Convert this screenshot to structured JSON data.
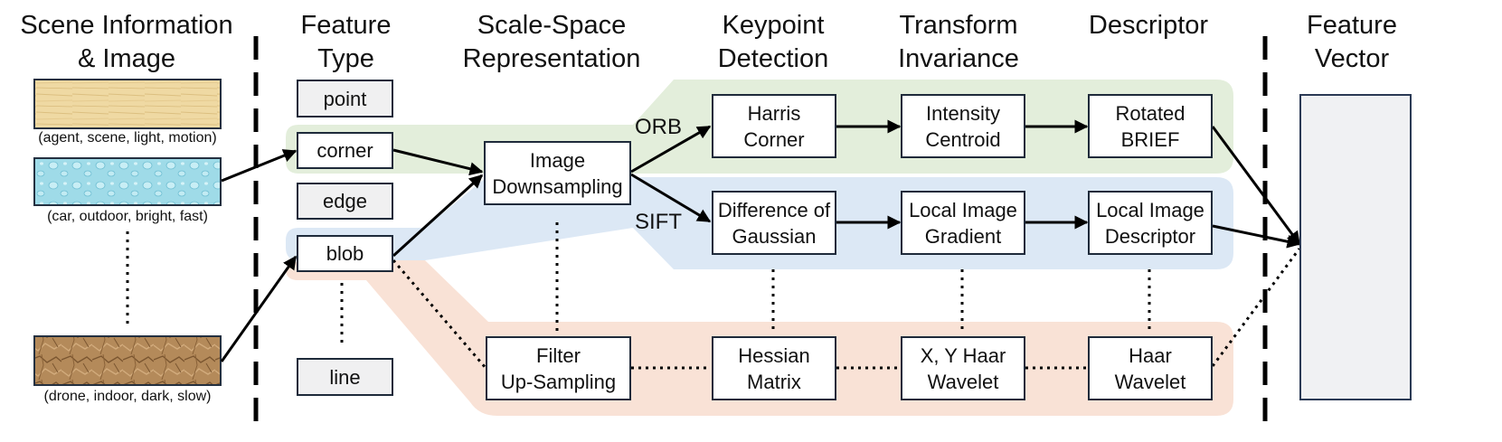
{
  "headers": {
    "scene": "Scene Information\n& Image",
    "feature_type": "Feature\nType",
    "scale_space": "Scale-Space\nRepresentation",
    "keypoint": "Keypoint\nDetection",
    "transform": "Transform\nInvariance",
    "descriptor": "Descriptor",
    "feature_vector": "Feature\nVector"
  },
  "scenes": [
    {
      "caption": "(agent, scene, light, motion)",
      "texture": "parchment"
    },
    {
      "caption": "(car, outdoor, bright, fast)",
      "texture": "water-drops"
    },
    {
      "caption": "(drone, indoor, dark, slow)",
      "texture": "crumpled-paper"
    }
  ],
  "feature_types": [
    "point",
    "corner",
    "edge",
    "blob",
    "line"
  ],
  "scale_space": {
    "orb": "Image\nDownsampling",
    "surf": "Filter\nUp-Sampling"
  },
  "pipelines": {
    "orb": {
      "label": "ORB",
      "keypoint": "Harris\nCorner",
      "transform": "Intensity\nCentroid",
      "descriptor": "Rotated\nBRIEF"
    },
    "sift": {
      "label": "SIFT",
      "keypoint": "Difference of\nGaussian",
      "transform": "Local Image\nGradient",
      "descriptor": "Local Image\nDescriptor"
    },
    "surf": {
      "keypoint": "Hessian\nMatrix",
      "transform": "X, Y Haar\nWavelet",
      "descriptor": "Haar\nWavelet"
    }
  },
  "colors": {
    "orb_band": "#e3eedb",
    "sift_band": "#dce8f5",
    "surf_band": "#f9e2d6",
    "feature_vector_fill": "#f0f1f3",
    "box_border": "#1e2a3a"
  }
}
